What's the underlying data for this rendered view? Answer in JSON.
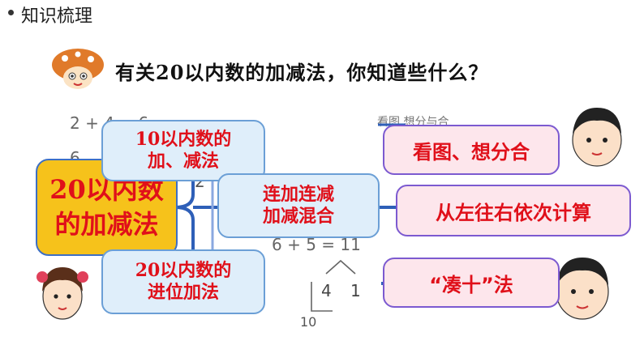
{
  "header": {
    "title": "知识梳理"
  },
  "question": {
    "text": "有关20以内数的加减法，你知道些什么？"
  },
  "background": {
    "eq1": "2 + 4 = 6",
    "eq2": "6",
    "eq3": "6 + 5 = 11",
    "digit2": "2",
    "split_left": "4",
    "split_right": "1",
    "sum": "10",
    "scrap": "看图  想分与合"
  },
  "mind_map": {
    "root": {
      "line1": "20以内数",
      "line2": "的加减法"
    },
    "branch_10": {
      "line1": "10以内数的",
      "line2": "加、减法"
    },
    "branch_chain": {
      "line1": "连加连减",
      "line2": "加减混合"
    },
    "branch_20": {
      "line1": "20以内数的",
      "line2": "进位加法"
    },
    "tips": {
      "look": "看图、想分合",
      "left_right": "从左往右依次计算",
      "couten": "“凑十”法"
    }
  },
  "colors": {
    "accent_red": "#e0101a",
    "root_fill": "#f6c21b",
    "bracket_blue": "#2e5fb8",
    "tip_border": "#7c5ad0"
  },
  "icons": [
    "bullet-icon",
    "mushroom-mascot-icon",
    "boy-avatar-icon",
    "girl-avatar-icon"
  ]
}
